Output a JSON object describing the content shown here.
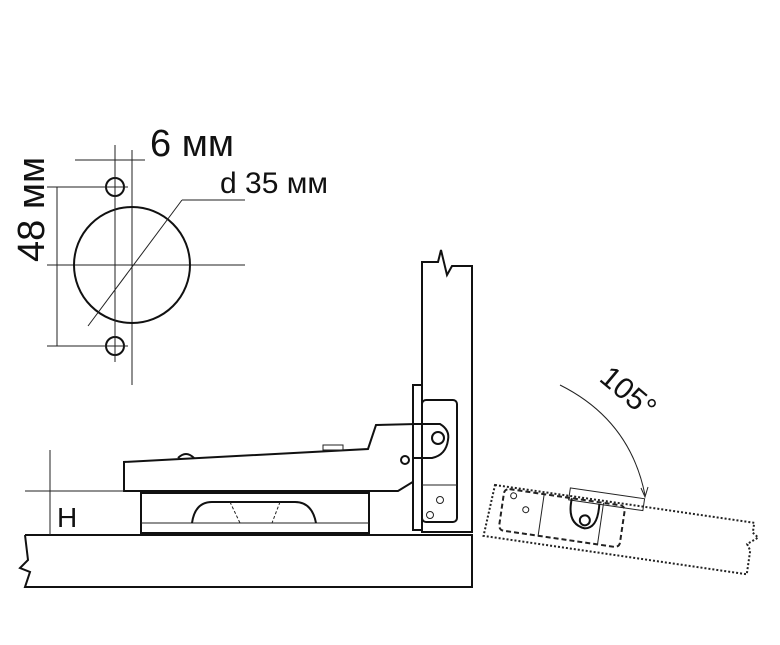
{
  "labels": {
    "hole_offset": "6 мм",
    "cup_diameter": "d 35 мм",
    "hole_spacing": "48 мм",
    "overlay": "H",
    "opening_angle": "105°"
  }
}
